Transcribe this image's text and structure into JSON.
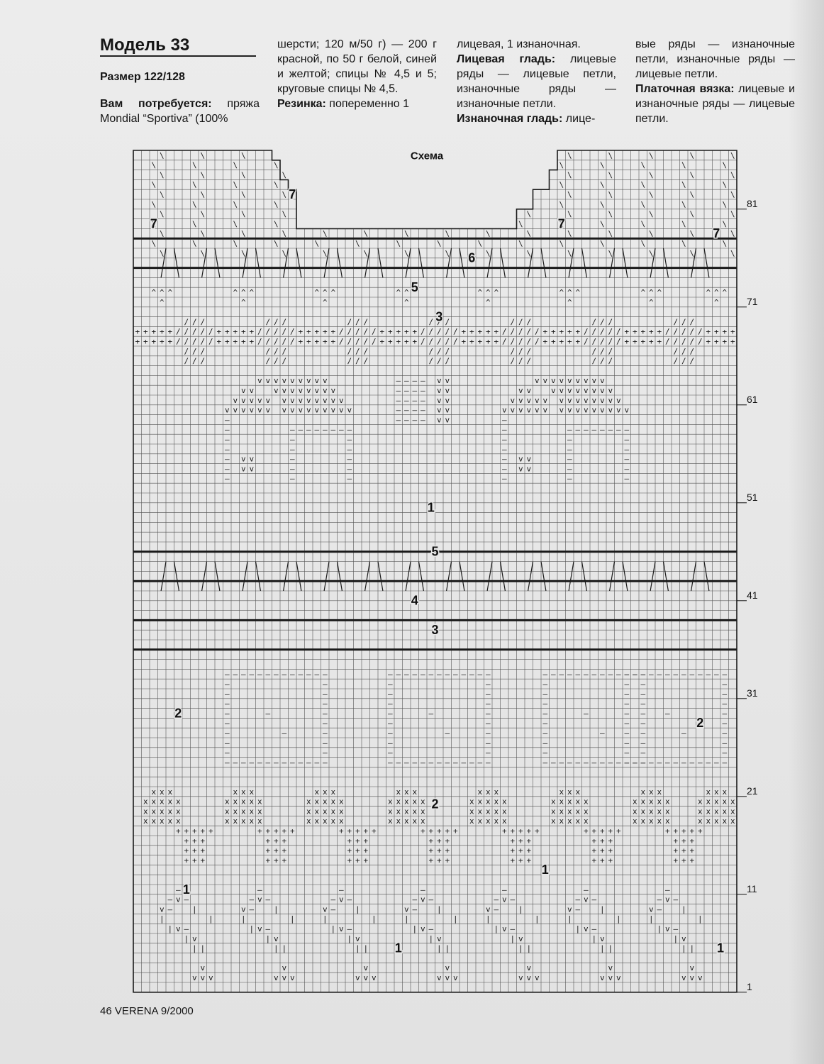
{
  "header": {
    "title": "Модель 33",
    "size": "Размер 122/128"
  },
  "text": {
    "needs_label": "Вам потребуется:",
    "needs_text": " пряжа Mondial “Sportiva” (100%",
    "col2_p1": "шерсти; 120 м/50 г) — 200 г красной, по 50 г белой, синей и желтой; спицы № 4,5 и 5; круговые спицы № 4,5.",
    "rib_label": "Резинка:",
    "rib_text": " попеременно 1",
    "col3_p0": "лицевая, 1 изнаночная.",
    "stockinette_label": "Лицевая гладь:",
    "stockinette_text": " лицевые ряды — лицевые петли, изнаночные ряды — изнаночные петли.",
    "reverse_label": "Изнаночная гладь:",
    "reverse_text": " лице-",
    "col4_p0": "вые ряды — изнаночные петли, изнаночные ряды — лицевые петли.",
    "garter_label": "Платочная вязка:",
    "garter_text": " лицевые и изнаночные ряды — лицевые петли."
  },
  "chart": {
    "title": "Схема",
    "row_labels": [
      "81",
      "71",
      "61",
      "51",
      "41",
      "31",
      "21",
      "11",
      "1"
    ],
    "color_numbers": [
      "7",
      "7",
      "7",
      "7",
      "6",
      "5",
      "3",
      "1",
      "5",
      "4",
      "3",
      "2",
      "2",
      "2",
      "1",
      "1",
      "1",
      "1"
    ],
    "symbols": {
      "diag_back": "\\",
      "diag_fwd": "/",
      "decrease": "^",
      "plus": "+",
      "v": "v",
      "dash": "–",
      "x": "x",
      "bar": "|"
    },
    "line_color": "#1a1a1a",
    "grid_color": "#555555"
  },
  "footer": {
    "page_label": "46 VERENA 9/2000"
  }
}
